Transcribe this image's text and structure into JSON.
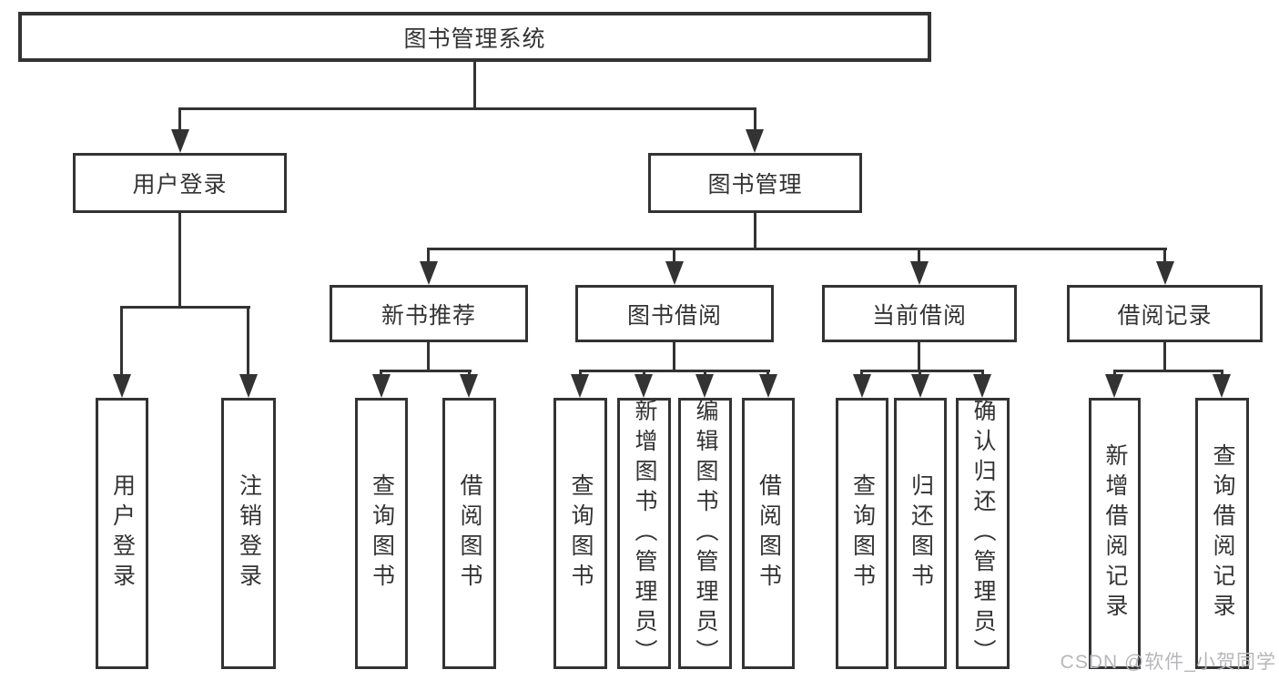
{
  "title": {
    "label": "图书管理系统"
  },
  "branches": {
    "user_login": {
      "label": "用户登录",
      "children": {
        "login": "用户登录",
        "logout": "注销登录"
      }
    },
    "book_mgmt": {
      "label": "图书管理",
      "groups": {
        "new_books": {
          "label": "新书推荐",
          "children": {
            "query": "查询图书",
            "borrow": "借阅图书"
          }
        },
        "borrowing": {
          "label": "图书借阅",
          "children": {
            "query": "查询图书",
            "add": "新增图书（管理员）",
            "edit": "编辑图书（管理员）",
            "borrow": "借阅图书"
          }
        },
        "current": {
          "label": "当前借阅",
          "children": {
            "query": "查询图书",
            "return": "归还图书",
            "confirm": "确认归还（管理员）"
          }
        },
        "records": {
          "label": "借阅记录",
          "children": {
            "add": "新增借阅记录",
            "query": "查询借阅记录"
          }
        }
      }
    }
  },
  "watermark": {
    "text": "CSDN @软件_小贺同学"
  },
  "colors": {
    "line": "#333333",
    "box_border": "#333333",
    "text": "#333333",
    "watermark": "#b7b7bb",
    "background": "#ffffff"
  }
}
